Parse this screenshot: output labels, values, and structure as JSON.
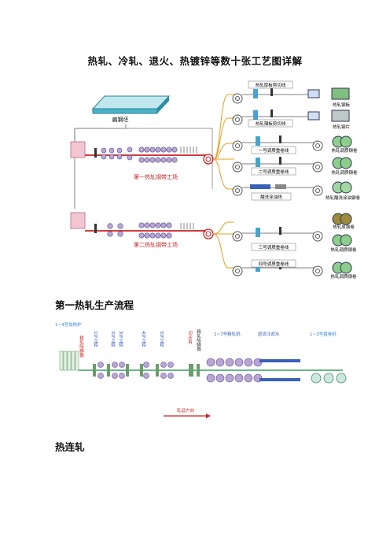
{
  "doc": {
    "title": "热轧、冷轧、退火、热镀锌等数十张工艺图详解",
    "section1": "第一热轧生产流程",
    "section2": "热连轧"
  },
  "figure1": {
    "slab": "扁钢坯",
    "plant1": "第一热轧钢带工场",
    "plant2": "第二热轧钢带工场",
    "lines": [
      "热轧厚板剪切线",
      "热轧薄板剪切线",
      "一号调质重卷线",
      "二号调质重卷线",
      "酸洗涂油线",
      "三号调质重卷线",
      "四号调质重卷线"
    ],
    "products": [
      "热轧钢板",
      "热轧钢片",
      "热轧调质钢卷",
      "热轧调质钢卷",
      "热轧酸洗涂油钢卷",
      "热轧原钢卷",
      "热轧调质钢卷",
      "热轧调质钢卷"
    ]
  },
  "figure2": {
    "furnace": "1~4号加热炉",
    "descaler": "粗轧除鳞器",
    "stands1": [
      "1号立辊",
      "2号立辊",
      "3号立辊"
    ],
    "stands2": [
      "4号立辊",
      "5号立辊"
    ],
    "shear": "切头剪",
    "fdesc": "精轧除鳞器",
    "finishing": "1~7号精轧机",
    "cooling": "层流冷却水",
    "coilers": "1~3号盘卷机",
    "direction": "轧延方向"
  },
  "colors": {
    "red": "#cc2222",
    "pink": "#f2c4d2",
    "purple": "#b9a6d6",
    "blue": "#3a5fb8",
    "green": "#6a9e6a",
    "olive": "#9a8c3a"
  }
}
